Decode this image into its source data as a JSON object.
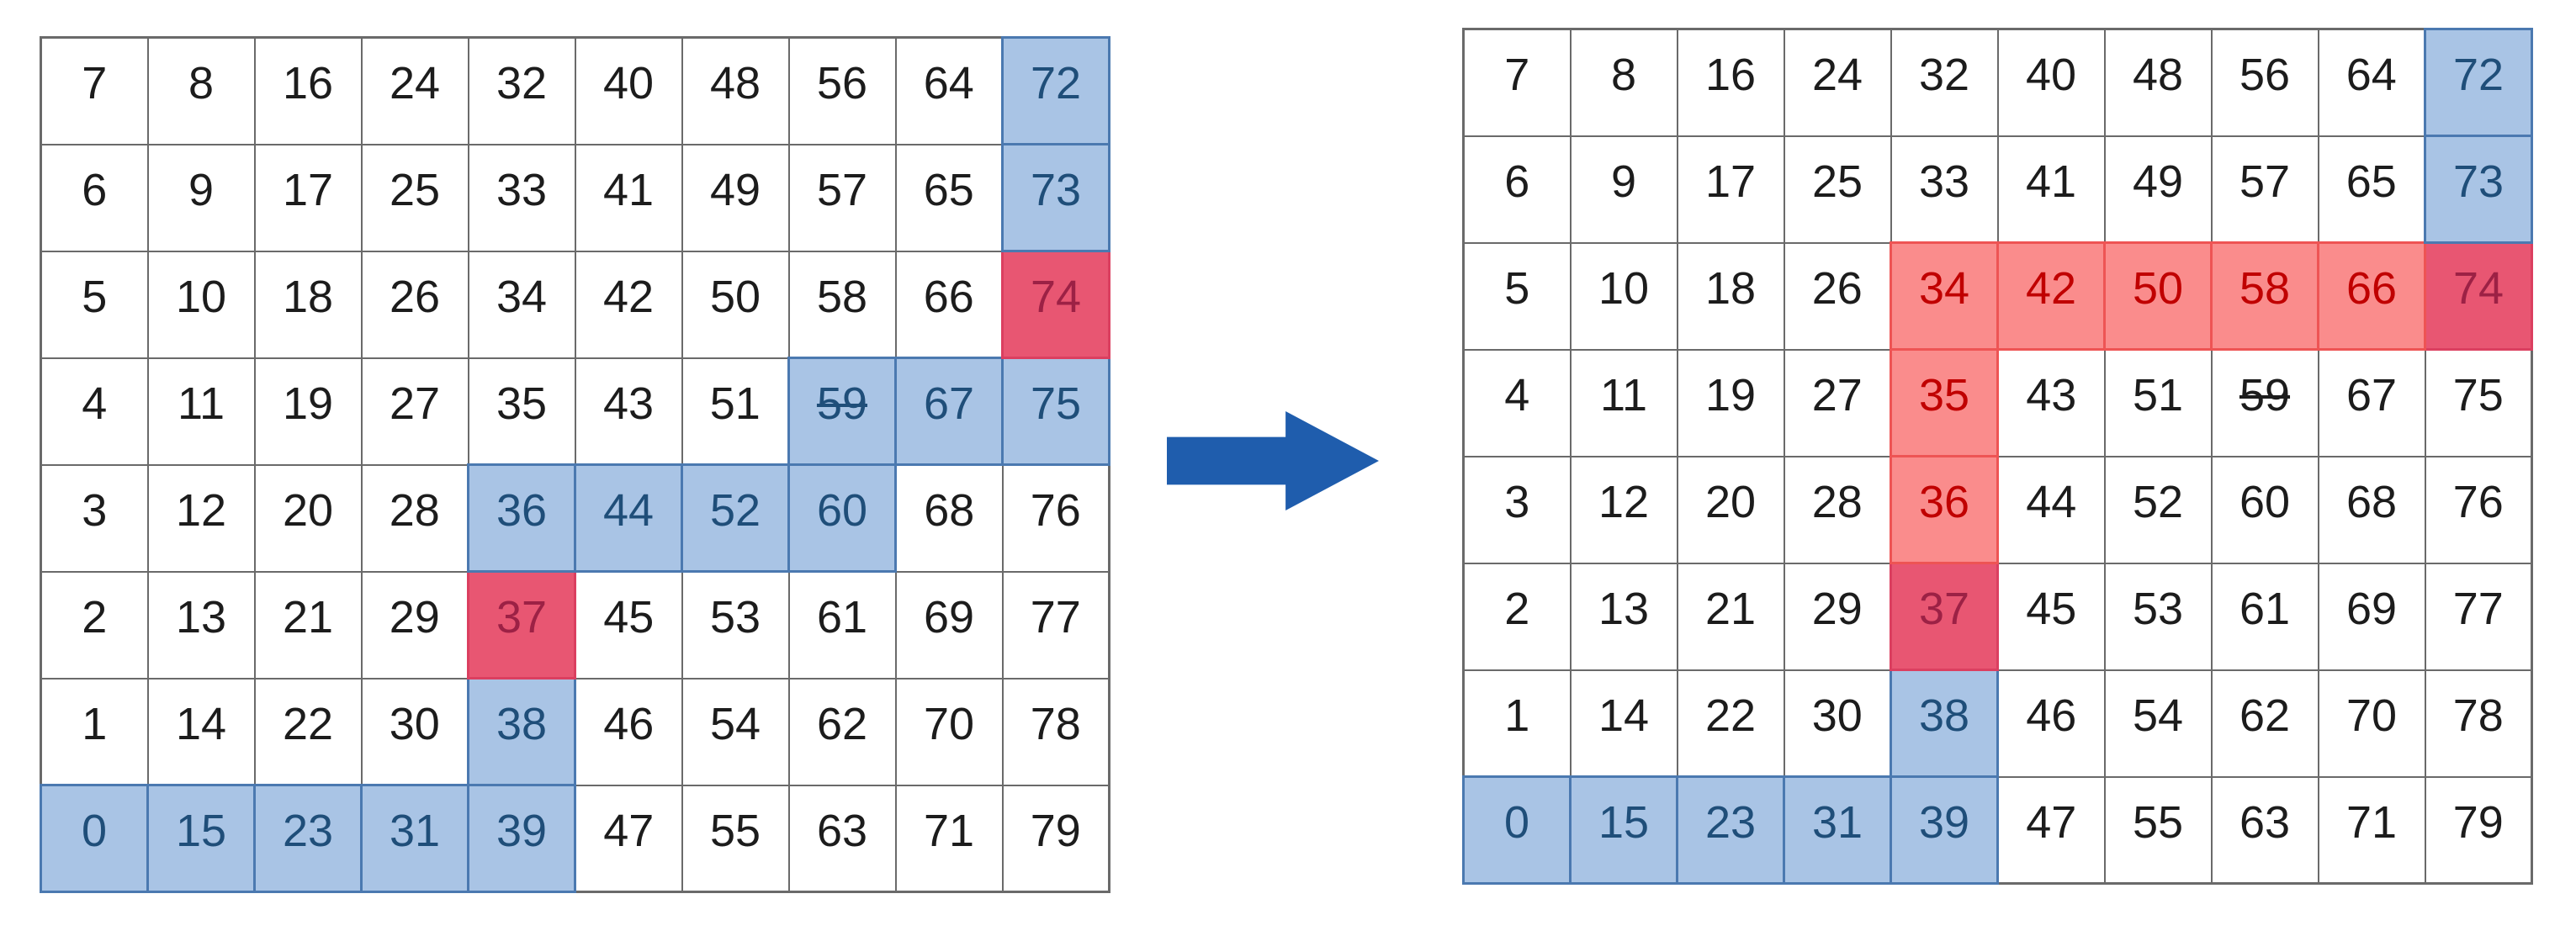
{
  "figure": {
    "type": "grid-transition-diagram",
    "arrow_icon": "right-block-arrow"
  },
  "colors": {
    "cell_white": "#FFFFFF",
    "cell_blue_fill": "#A9C4E5",
    "cell_blue_text": "#1F4E79",
    "cell_salmon_fill": "#FA8C8C",
    "cell_salmon_text": "#C00000",
    "cell_crimson_fill": "#E85672",
    "cell_crimson_text": "#9C2145",
    "grid_border": "#6A6A6A",
    "arrow_fill": "#1F5DAD"
  },
  "left_grid": {
    "rows": [
      [
        {
          "v": "7",
          "s": "w"
        },
        {
          "v": "8",
          "s": "w"
        },
        {
          "v": "16",
          "s": "w"
        },
        {
          "v": "24",
          "s": "w"
        },
        {
          "v": "32",
          "s": "w"
        },
        {
          "v": "40",
          "s": "w"
        },
        {
          "v": "48",
          "s": "w"
        },
        {
          "v": "56",
          "s": "w"
        },
        {
          "v": "64",
          "s": "w"
        },
        {
          "v": "72",
          "s": "b"
        }
      ],
      [
        {
          "v": "6",
          "s": "w"
        },
        {
          "v": "9",
          "s": "w"
        },
        {
          "v": "17",
          "s": "w"
        },
        {
          "v": "25",
          "s": "w"
        },
        {
          "v": "33",
          "s": "w"
        },
        {
          "v": "41",
          "s": "w"
        },
        {
          "v": "49",
          "s": "w"
        },
        {
          "v": "57",
          "s": "w"
        },
        {
          "v": "65",
          "s": "w"
        },
        {
          "v": "73",
          "s": "b"
        }
      ],
      [
        {
          "v": "5",
          "s": "w"
        },
        {
          "v": "10",
          "s": "w"
        },
        {
          "v": "18",
          "s": "w"
        },
        {
          "v": "26",
          "s": "w"
        },
        {
          "v": "34",
          "s": "w"
        },
        {
          "v": "42",
          "s": "w"
        },
        {
          "v": "50",
          "s": "w"
        },
        {
          "v": "58",
          "s": "w"
        },
        {
          "v": "66",
          "s": "w"
        },
        {
          "v": "74",
          "s": "c"
        }
      ],
      [
        {
          "v": "4",
          "s": "w"
        },
        {
          "v": "11",
          "s": "w"
        },
        {
          "v": "19",
          "s": "w"
        },
        {
          "v": "27",
          "s": "w"
        },
        {
          "v": "35",
          "s": "w"
        },
        {
          "v": "43",
          "s": "w"
        },
        {
          "v": "51",
          "s": "w"
        },
        {
          "v": "59",
          "s": "b",
          "strike": true
        },
        {
          "v": "67",
          "s": "b"
        },
        {
          "v": "75",
          "s": "b"
        }
      ],
      [
        {
          "v": "3",
          "s": "w"
        },
        {
          "v": "12",
          "s": "w"
        },
        {
          "v": "20",
          "s": "w"
        },
        {
          "v": "28",
          "s": "w"
        },
        {
          "v": "36",
          "s": "b"
        },
        {
          "v": "44",
          "s": "b"
        },
        {
          "v": "52",
          "s": "b"
        },
        {
          "v": "60",
          "s": "b"
        },
        {
          "v": "68",
          "s": "w"
        },
        {
          "v": "76",
          "s": "w"
        }
      ],
      [
        {
          "v": "2",
          "s": "w"
        },
        {
          "v": "13",
          "s": "w"
        },
        {
          "v": "21",
          "s": "w"
        },
        {
          "v": "29",
          "s": "w"
        },
        {
          "v": "37",
          "s": "c"
        },
        {
          "v": "45",
          "s": "w"
        },
        {
          "v": "53",
          "s": "w"
        },
        {
          "v": "61",
          "s": "w"
        },
        {
          "v": "69",
          "s": "w"
        },
        {
          "v": "77",
          "s": "w"
        }
      ],
      [
        {
          "v": "1",
          "s": "w"
        },
        {
          "v": "14",
          "s": "w"
        },
        {
          "v": "22",
          "s": "w"
        },
        {
          "v": "30",
          "s": "w"
        },
        {
          "v": "38",
          "s": "b"
        },
        {
          "v": "46",
          "s": "w"
        },
        {
          "v": "54",
          "s": "w"
        },
        {
          "v": "62",
          "s": "w"
        },
        {
          "v": "70",
          "s": "w"
        },
        {
          "v": "78",
          "s": "w"
        }
      ],
      [
        {
          "v": "0",
          "s": "b"
        },
        {
          "v": "15",
          "s": "b"
        },
        {
          "v": "23",
          "s": "b"
        },
        {
          "v": "31",
          "s": "b"
        },
        {
          "v": "39",
          "s": "b"
        },
        {
          "v": "47",
          "s": "w"
        },
        {
          "v": "55",
          "s": "w"
        },
        {
          "v": "63",
          "s": "w"
        },
        {
          "v": "71",
          "s": "w"
        },
        {
          "v": "79",
          "s": "w"
        }
      ]
    ]
  },
  "right_grid": {
    "rows": [
      [
        {
          "v": "7",
          "s": "w"
        },
        {
          "v": "8",
          "s": "w"
        },
        {
          "v": "16",
          "s": "w"
        },
        {
          "v": "24",
          "s": "w"
        },
        {
          "v": "32",
          "s": "w"
        },
        {
          "v": "40",
          "s": "w"
        },
        {
          "v": "48",
          "s": "w"
        },
        {
          "v": "56",
          "s": "w"
        },
        {
          "v": "64",
          "s": "w"
        },
        {
          "v": "72",
          "s": "b"
        }
      ],
      [
        {
          "v": "6",
          "s": "w"
        },
        {
          "v": "9",
          "s": "w"
        },
        {
          "v": "17",
          "s": "w"
        },
        {
          "v": "25",
          "s": "w"
        },
        {
          "v": "33",
          "s": "w"
        },
        {
          "v": "41",
          "s": "w"
        },
        {
          "v": "49",
          "s": "w"
        },
        {
          "v": "57",
          "s": "w"
        },
        {
          "v": "65",
          "s": "w"
        },
        {
          "v": "73",
          "s": "b"
        }
      ],
      [
        {
          "v": "5",
          "s": "w"
        },
        {
          "v": "10",
          "s": "w"
        },
        {
          "v": "18",
          "s": "w"
        },
        {
          "v": "26",
          "s": "w"
        },
        {
          "v": "34",
          "s": "p"
        },
        {
          "v": "42",
          "s": "p"
        },
        {
          "v": "50",
          "s": "p"
        },
        {
          "v": "58",
          "s": "p"
        },
        {
          "v": "66",
          "s": "p"
        },
        {
          "v": "74",
          "s": "c"
        }
      ],
      [
        {
          "v": "4",
          "s": "w"
        },
        {
          "v": "11",
          "s": "w"
        },
        {
          "v": "19",
          "s": "w"
        },
        {
          "v": "27",
          "s": "w"
        },
        {
          "v": "35",
          "s": "p"
        },
        {
          "v": "43",
          "s": "w"
        },
        {
          "v": "51",
          "s": "w"
        },
        {
          "v": "59",
          "s": "w",
          "strike": true
        },
        {
          "v": "67",
          "s": "w"
        },
        {
          "v": "75",
          "s": "w"
        }
      ],
      [
        {
          "v": "3",
          "s": "w"
        },
        {
          "v": "12",
          "s": "w"
        },
        {
          "v": "20",
          "s": "w"
        },
        {
          "v": "28",
          "s": "w"
        },
        {
          "v": "36",
          "s": "p"
        },
        {
          "v": "44",
          "s": "w"
        },
        {
          "v": "52",
          "s": "w"
        },
        {
          "v": "60",
          "s": "w"
        },
        {
          "v": "68",
          "s": "w"
        },
        {
          "v": "76",
          "s": "w"
        }
      ],
      [
        {
          "v": "2",
          "s": "w"
        },
        {
          "v": "13",
          "s": "w"
        },
        {
          "v": "21",
          "s": "w"
        },
        {
          "v": "29",
          "s": "w"
        },
        {
          "v": "37",
          "s": "c"
        },
        {
          "v": "45",
          "s": "w"
        },
        {
          "v": "53",
          "s": "w"
        },
        {
          "v": "61",
          "s": "w"
        },
        {
          "v": "69",
          "s": "w"
        },
        {
          "v": "77",
          "s": "w"
        }
      ],
      [
        {
          "v": "1",
          "s": "w"
        },
        {
          "v": "14",
          "s": "w"
        },
        {
          "v": "22",
          "s": "w"
        },
        {
          "v": "30",
          "s": "w"
        },
        {
          "v": "38",
          "s": "b"
        },
        {
          "v": "46",
          "s": "w"
        },
        {
          "v": "54",
          "s": "w"
        },
        {
          "v": "62",
          "s": "w"
        },
        {
          "v": "70",
          "s": "w"
        },
        {
          "v": "78",
          "s": "w"
        }
      ],
      [
        {
          "v": "0",
          "s": "b"
        },
        {
          "v": "15",
          "s": "b"
        },
        {
          "v": "23",
          "s": "b"
        },
        {
          "v": "31",
          "s": "b"
        },
        {
          "v": "39",
          "s": "b"
        },
        {
          "v": "47",
          "s": "w"
        },
        {
          "v": "55",
          "s": "w"
        },
        {
          "v": "63",
          "s": "w"
        },
        {
          "v": "71",
          "s": "w"
        },
        {
          "v": "79",
          "s": "w"
        }
      ]
    ]
  }
}
